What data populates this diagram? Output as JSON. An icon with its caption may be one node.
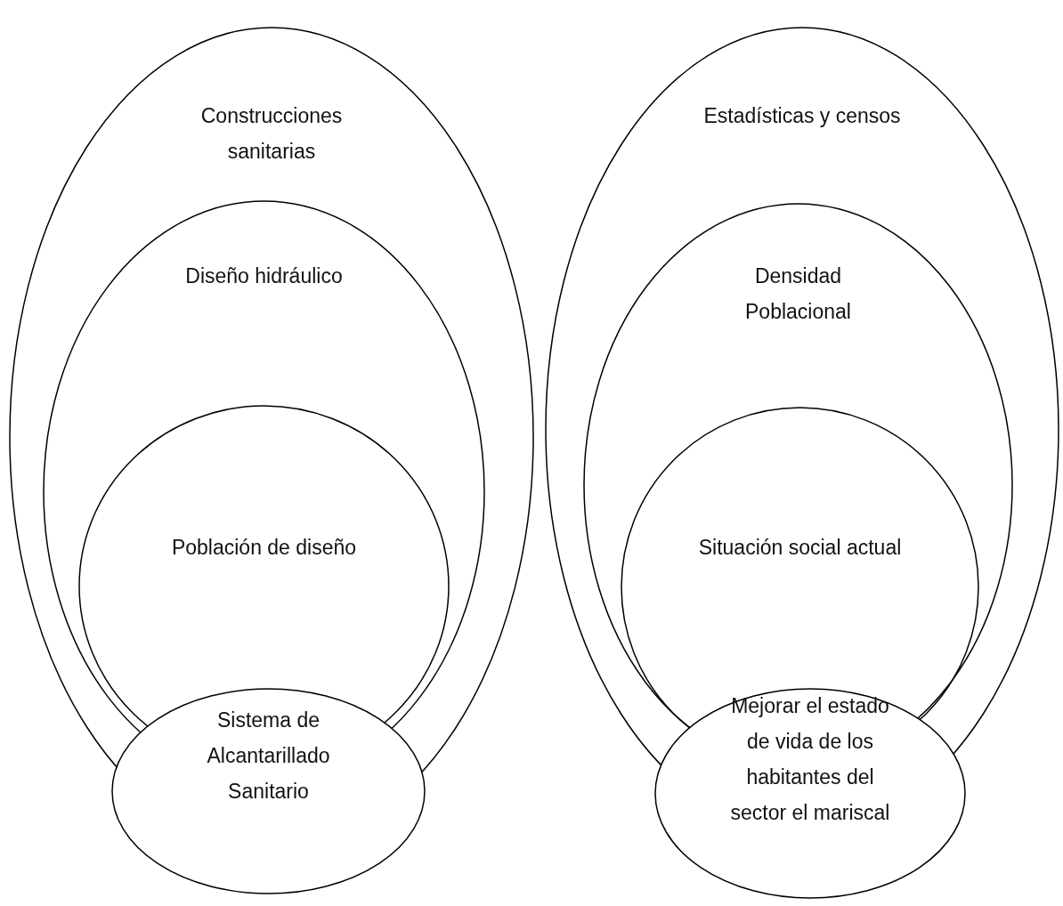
{
  "diagram": {
    "nodes": [
      {
        "text": [
          "Construcciones sanitarias"
        ]
      },
      {
        "text": [
          "Diseño hidráulico"
        ],
        "in": 0
      },
      {
        "text": [
          "Población de diseño"
        ],
        "in": 1
      },
      {
        "text": [
          "Sistema de Alcantarillado Sanitario"
        ]
      },
      {
        "text": [
          "Estadísticas y censos"
        ]
      },
      {
        "text": [
          "Densidad Poblacional"
        ],
        "in": 4
      },
      {
        "text": [
          "Situación social actual"
        ],
        "in": 5
      },
      {
        "text": [
          "Mejorar el estado de vida de los habitantes del sector el mariscal"
        ]
      }
    ]
  }
}
